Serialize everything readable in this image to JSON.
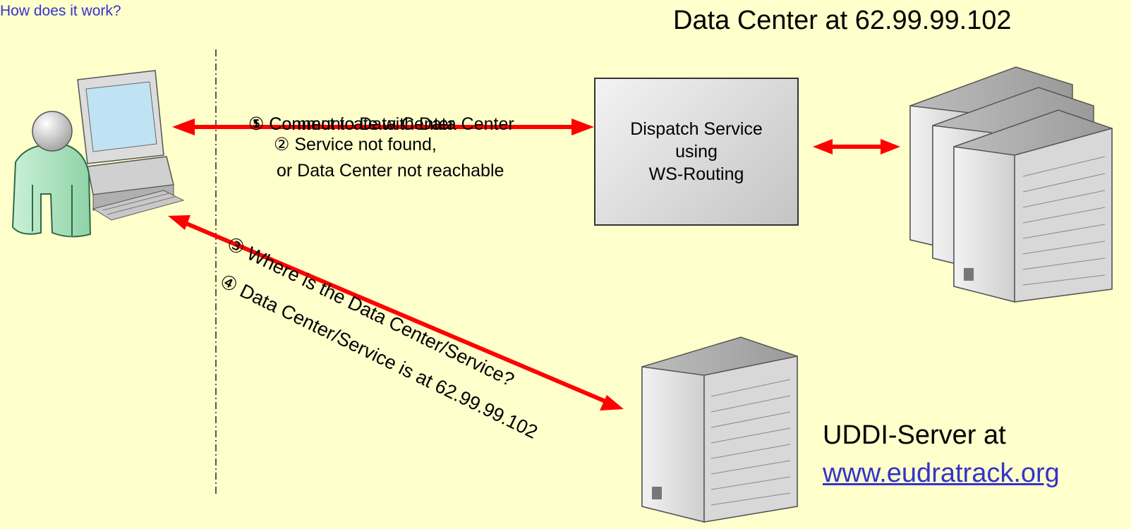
{
  "heading": "How does it work?",
  "data_center": {
    "title": "Data Center at 62.99.99.102"
  },
  "dispatch": {
    "line1": "Dispatch Service",
    "line2": "using",
    "line3": "WS-Routing"
  },
  "labels": {
    "step1": "① Connect to Data Center",
    "step5": "⑤ Communicate with Data Center",
    "step2_line1": "② Service not found,",
    "step2_line2": "or Data Center not reachable",
    "step3": "③ Where is the Data Center/Service?",
    "step4": "④ Data Center/Service is at 62.99.99.102"
  },
  "uddi": {
    "title": "UDDI-Server at",
    "link": "www.eudratrack.org"
  },
  "colors": {
    "arrow": "#ff0000",
    "background": "#ffffcc",
    "heading": "#3333cc",
    "link": "#3333cc"
  },
  "icons": [
    "user-at-computer-icon",
    "server-cluster-icon",
    "uddi-server-icon"
  ]
}
